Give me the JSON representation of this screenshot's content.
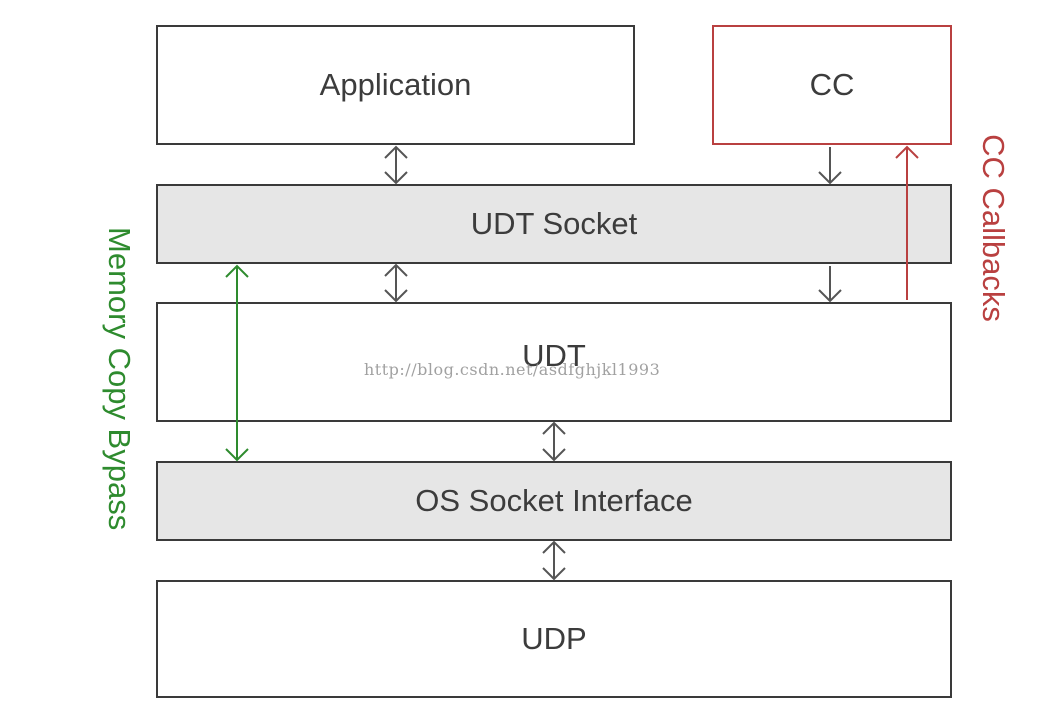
{
  "boxes": {
    "application": "Application",
    "cc": "CC",
    "udt_socket": "UDT Socket",
    "udt": "UDT",
    "os_socket": "OS Socket Interface",
    "udp": "UDP"
  },
  "side_labels": {
    "memory_bypass": "Memory Copy Bypass",
    "cc_callbacks": "CC Callbacks"
  },
  "watermark": "http://blog.csdn.net/asdfghjkl1993",
  "colors": {
    "box_border": "#3a3a3a",
    "shaded_fill": "#e6e6e6",
    "text": "#3c3c3c",
    "cc_red": "#b94040",
    "bypass_green": "#2e8b2e"
  }
}
